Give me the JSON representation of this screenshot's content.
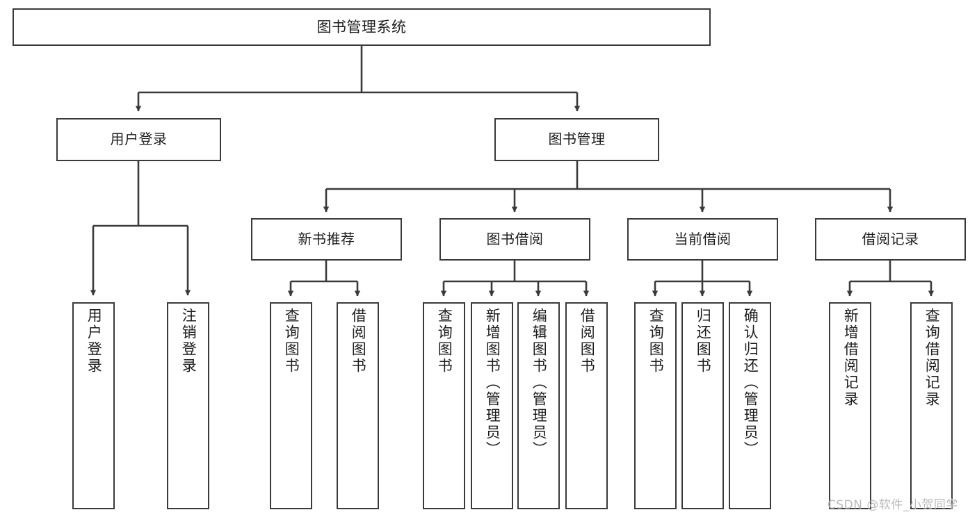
{
  "diagram": {
    "title": "图书管理系统",
    "type": "功能结构图",
    "watermark": "CSDN @软件_小贺同学",
    "colors": {
      "background": "#ffffff",
      "node_border": "#3a3a3a",
      "node_fill": "#ffffff",
      "text": "#1d1d1d",
      "edge": "#3a3a3a",
      "watermark": "#b9b9b9"
    },
    "nodes": {
      "root": {
        "label": "图书管理系统"
      },
      "level2": [
        {
          "id": "user-login",
          "label": "用户登录"
        },
        {
          "id": "book-manage",
          "label": "图书管理"
        }
      ],
      "level3": [
        {
          "id": "new-book-recommend",
          "label": "新书推荐"
        },
        {
          "id": "book-borrow",
          "label": "图书借阅"
        },
        {
          "id": "current-borrow",
          "label": "当前借阅"
        },
        {
          "id": "borrow-record",
          "label": "借阅记录"
        }
      ],
      "leaves": [
        {
          "id": "leaf-user-login",
          "label": "用户登录"
        },
        {
          "id": "leaf-logout-login",
          "label": "注销登录"
        },
        {
          "id": "leaf-query-book-1",
          "label": "查询图书"
        },
        {
          "id": "leaf-borrow-book-1",
          "label": "借阅图书"
        },
        {
          "id": "leaf-query-book-2",
          "label": "查询图书"
        },
        {
          "id": "leaf-add-book-admin",
          "label": "新增图书（管理员）"
        },
        {
          "id": "leaf-edit-book-admin",
          "label": "编辑图书（管理员）"
        },
        {
          "id": "leaf-borrow-book-2",
          "label": "借阅图书"
        },
        {
          "id": "leaf-query-book-3",
          "label": "查询图书"
        },
        {
          "id": "leaf-return-book",
          "label": "归还图书"
        },
        {
          "id": "leaf-confirm-return-admin",
          "label": "确认归还（管理员）"
        },
        {
          "id": "leaf-add-borrow-record",
          "label": "新增借阅记录"
        },
        {
          "id": "leaf-query-borrow-record",
          "label": "查询借阅记录"
        }
      ]
    }
  }
}
